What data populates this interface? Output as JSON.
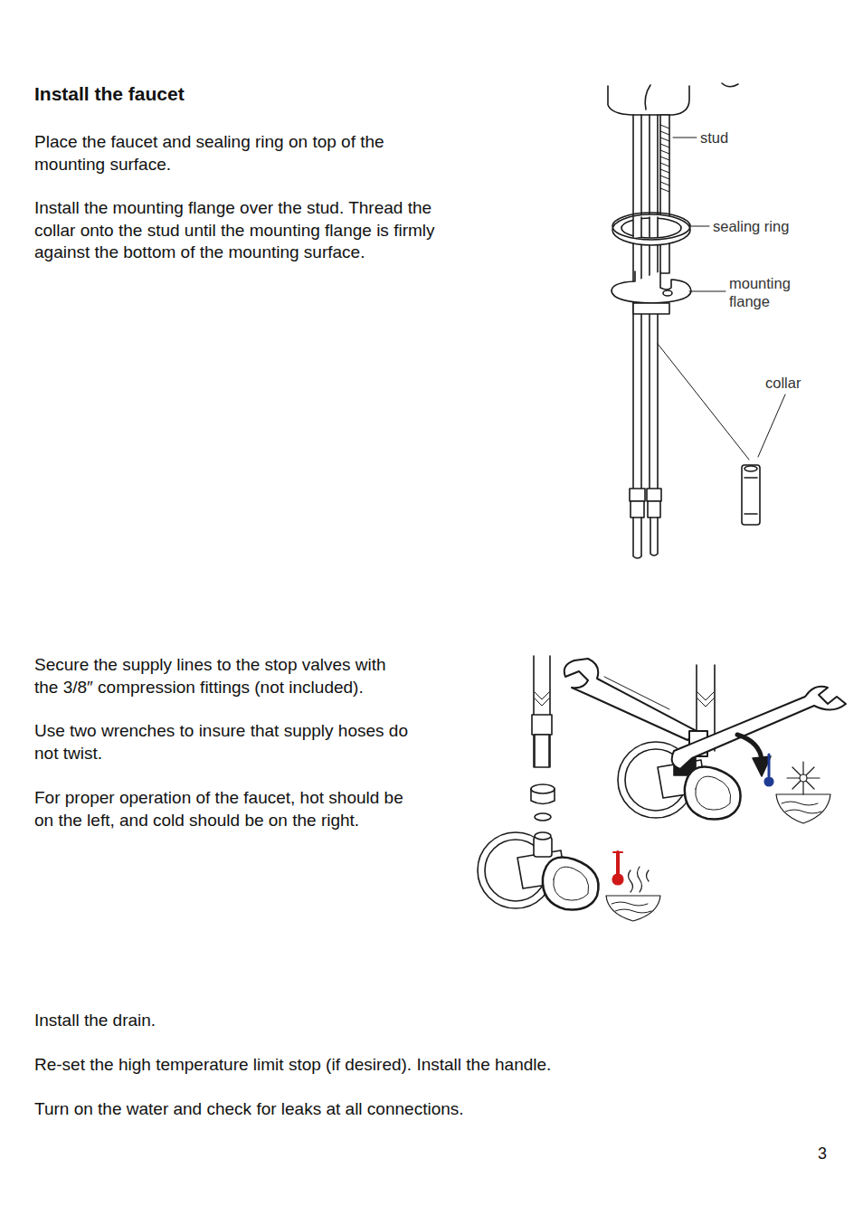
{
  "diagram": {
    "title": "Install the faucet",
    "labels": [
      "Place the faucet and sealing ring on top of the mounting surface.",
      "Install the mounting flange over the stud. Thread the collar onto the stud until the mounting flange is firmly against the bottom of the mounting surface.",
      "stud",
      "sealing ring",
      "mounting flange",
      "collar",
      "Secure the supply lines to the stop valves with the 3/8″ compression fittings (not included).",
      "Use two wrenches to insure that supply hoses do not twist.",
      "For proper operation of the faucet, hot should be on the left, and cold should be on the right.",
      "Install the drain.",
      "Re-set the high temperature limit stop (if desired). Install the handle.",
      "Turn on the water and check for leaks at all connections.",
      "3"
    ]
  }
}
